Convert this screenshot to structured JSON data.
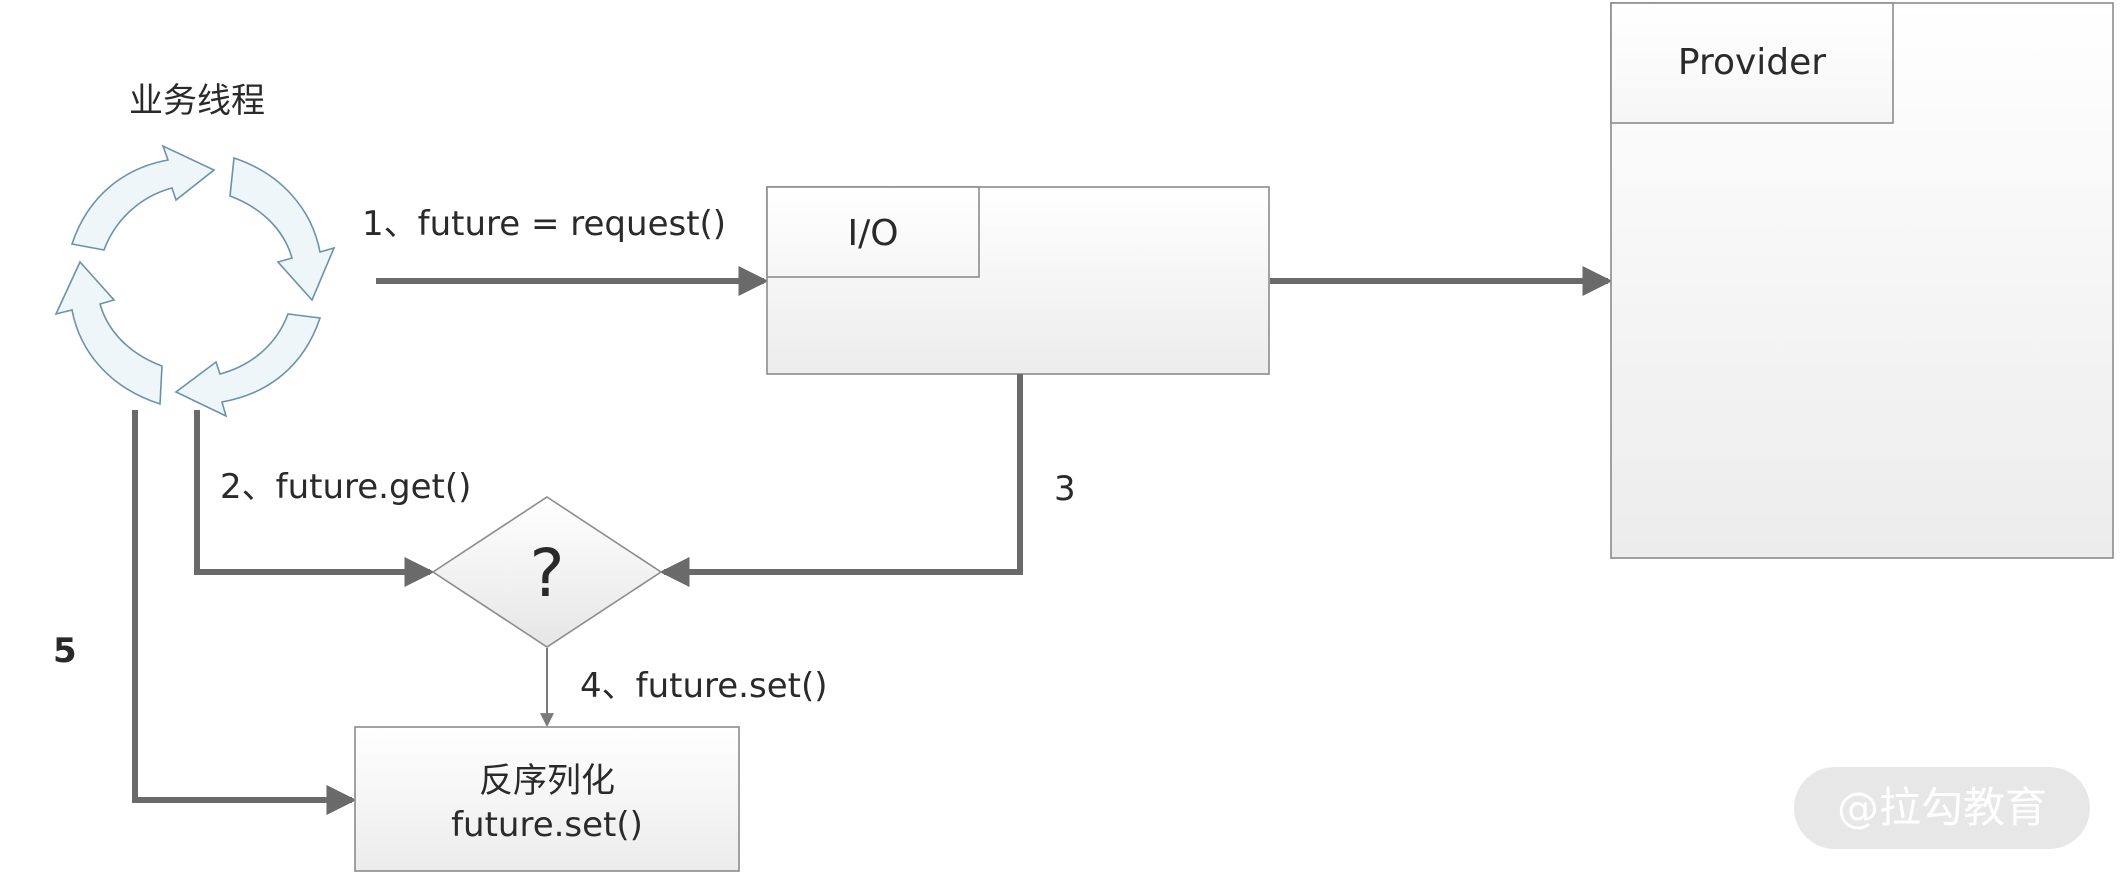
{
  "thread": {
    "label": "业务线程"
  },
  "steps": {
    "step1": "1、future = request()",
    "step2": "2、future.get()",
    "step3": "3",
    "step4": "4、future.set()",
    "step5": "5"
  },
  "io_box": {
    "label": "I/O"
  },
  "provider_box": {
    "label": "Provider"
  },
  "decision": {
    "label": "?"
  },
  "deserialize_box": {
    "line1": "反序列化",
    "line2": "future.set()"
  },
  "watermark": {
    "text": "@拉勾教育"
  },
  "colors": {
    "connector": "#6a6a6a",
    "box_stroke": "#8c8c8c",
    "cycle_arrow_fill": "#eef6fa",
    "cycle_arrow_stroke": "#6a93ab",
    "watermark_bg": "#e4e4e4",
    "watermark_text": "#ffffff"
  }
}
